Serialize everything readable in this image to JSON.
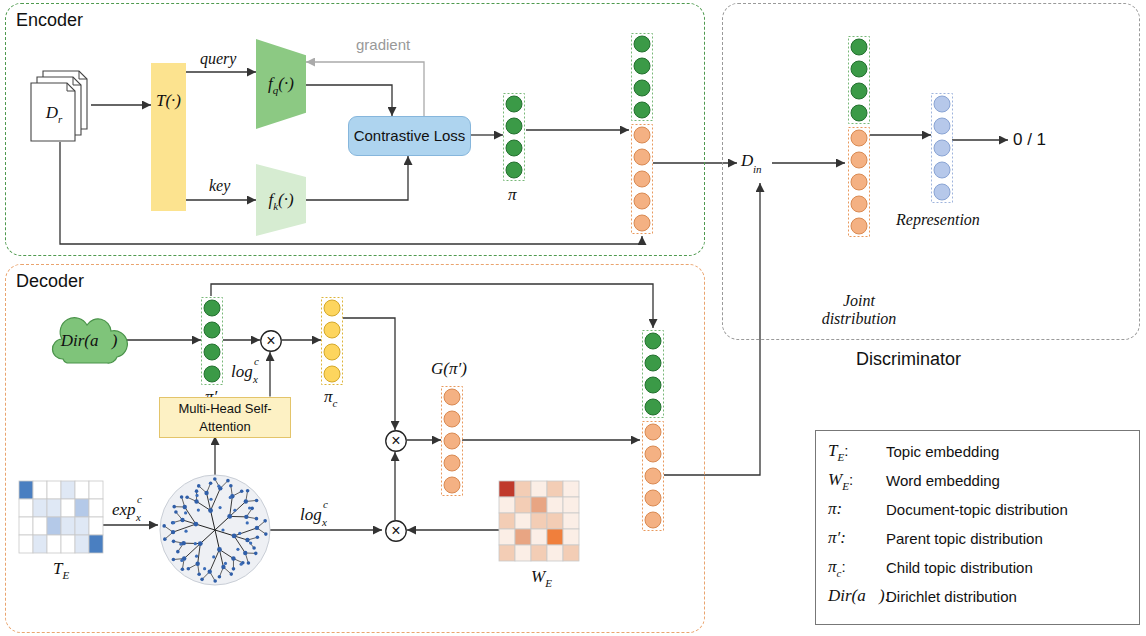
{
  "diagram": {
    "nodes": [
      {
        "text": [
          "Encoder"
        ]
      },
      {
        "text": [
          "D",
          "r"
        ],
        "in": 0
      },
      {
        "text": [
          "T(·)"
        ],
        "in": 0
      },
      {
        "text": [
          "f",
          "q",
          "(·)"
        ],
        "in": 0
      },
      {
        "text": [
          "f",
          "k",
          "(·)"
        ],
        "in": 0
      },
      {
        "text": [
          "Contrastive Loss"
        ],
        "in": 0
      },
      {
        "text": [
          "π"
        ],
        "in": 0
      },
      {
        "text": [
          "Discriminator"
        ]
      },
      {
        "text": [
          "Joint distribution"
        ],
        "in": 7
      },
      {
        "text": [
          "Represention"
        ],
        "in": 7
      },
      {
        "text": [
          "Decoder"
        ]
      },
      {
        "text": [
          "Dir(a⃗)"
        ],
        "in": 10
      },
      {
        "text": [
          "π′"
        ],
        "in": 10
      },
      {
        "text": [
          "×"
        ],
        "in": 10
      },
      {
        "text": [
          "Multi-Head Self-Attention"
        ],
        "in": 10
      },
      {
        "text": [
          "π",
          "c"
        ],
        "in": 10
      },
      {
        "text": [
          "G(π′)"
        ],
        "in": 10
      },
      {
        "text": [
          "×"
        ],
        "in": 10
      },
      {
        "text": [
          "T",
          "E"
        ],
        "in": 10
      },
      {
        "text": [
          "×"
        ],
        "in": 10
      },
      {
        "text": [
          "W",
          "E"
        ],
        "in": 10
      },
      {
        "text": [
          "T",
          "E",
          ":",
          "Topic embedding",
          "W",
          "E",
          ":",
          "Word embedding",
          "π:",
          "Document-topic distribution",
          "π′:",
          "Parent topic distribution",
          "π",
          "c",
          ":",
          "Child topic distribution",
          "Dir(a⃗):",
          "Dirichlet distribution"
        ]
      }
    ],
    "edges": [
      {
        "from": 1,
        "to": 2,
        "arrow": "to"
      },
      {
        "from": 2,
        "to": 3,
        "arrow": "to",
        "label": "query"
      },
      {
        "from": 2,
        "to": 4,
        "arrow": "to",
        "label": "key"
      },
      {
        "from": 3,
        "to": 5,
        "arrow": "to"
      },
      {
        "from": 4,
        "to": 5,
        "arrow": "to"
      },
      {
        "from": 5,
        "to": 3,
        "arrow": "to",
        "label": "gradient"
      },
      {
        "from": 5,
        "to": 6,
        "arrow": "to"
      },
      {
        "from": 8,
        "to": 9,
        "arrow": "to"
      },
      {
        "from": 11,
        "to": 12,
        "arrow": "to"
      },
      {
        "from": 12,
        "to": 13,
        "arrow": "to"
      },
      {
        "from": 14,
        "to": 13,
        "arrow": "to"
      },
      {
        "from": 13,
        "to": 15,
        "arrow": "to"
      },
      {
        "from": 15,
        "to": 17,
        "arrow": "to"
      },
      {
        "from": 19,
        "to": 17,
        "arrow": "to"
      },
      {
        "from": 17,
        "to": 16,
        "arrow": "to"
      },
      {
        "from": 20,
        "to": 19,
        "arrow": "to"
      }
    ],
    "labels": [
      "D",
      "in",
      "0 / 1",
      "exp",
      "x",
      "c",
      "log",
      "x",
      "c",
      "log",
      "x",
      "c"
    ]
  }
}
